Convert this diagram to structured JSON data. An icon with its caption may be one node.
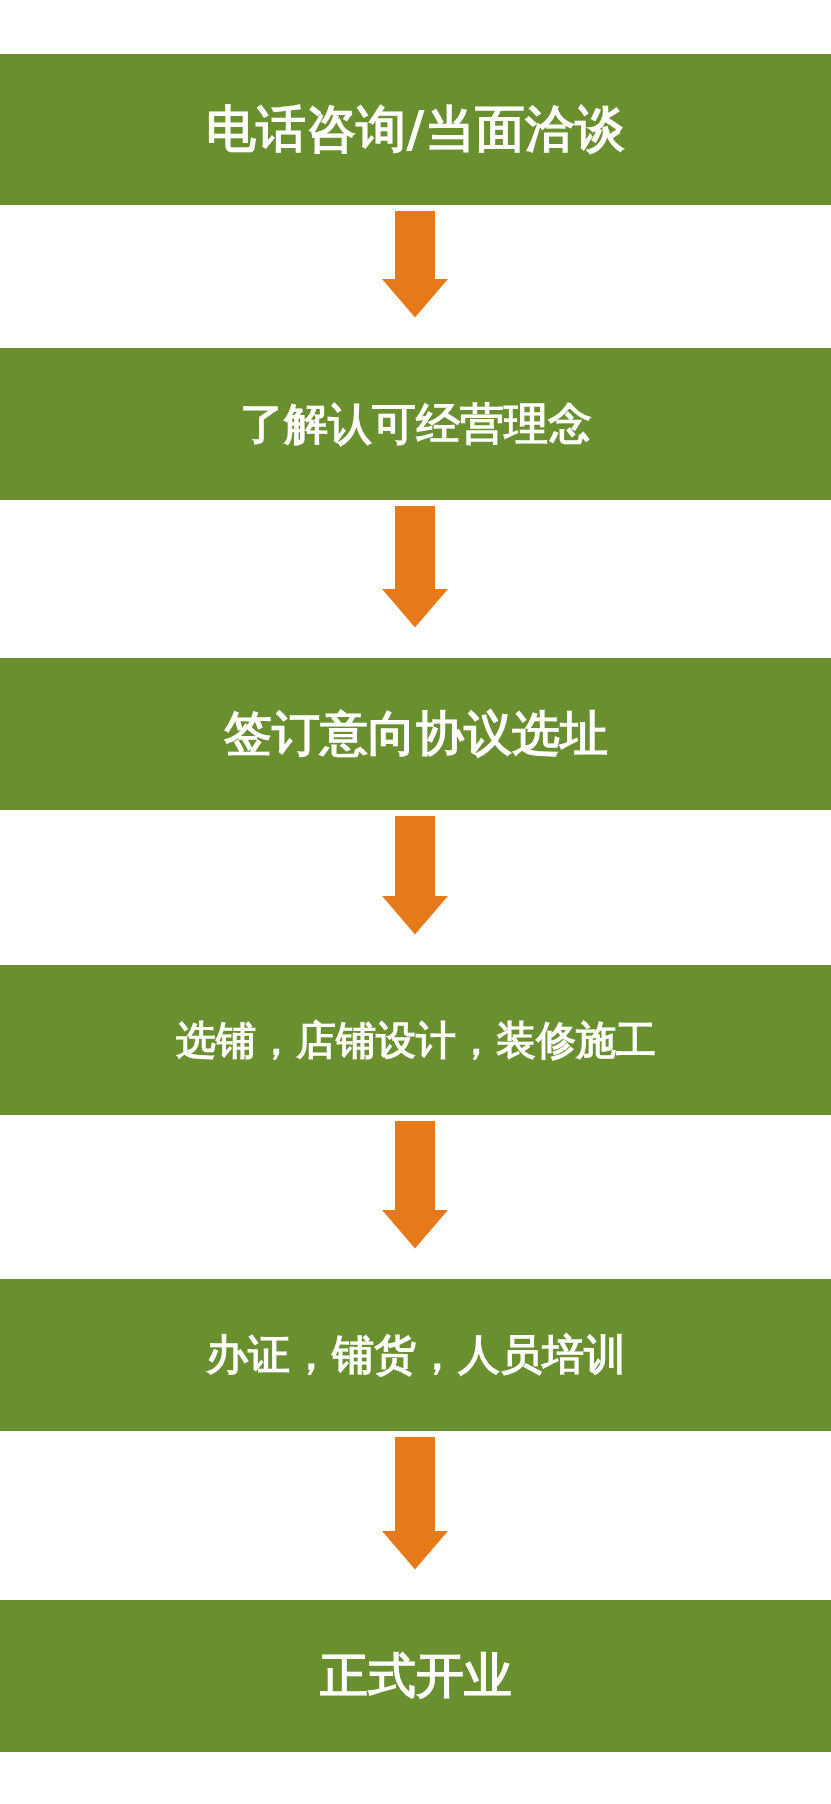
{
  "diagram": {
    "nodes": [
      {
        "text": [
          "电话咨询/当面洽谈"
        ]
      },
      {
        "text": [
          "了解认可经营理念"
        ]
      },
      {
        "text": [
          "签订意向协议选址"
        ]
      },
      {
        "text": [
          "选铺，店铺设计，装修施工"
        ]
      },
      {
        "text": [
          "办证，铺货，人员培训"
        ]
      },
      {
        "text": [
          "正式开业"
        ]
      }
    ],
    "edges": [
      {
        "from": 0,
        "to": 1,
        "arrow": "to"
      },
      {
        "from": 1,
        "to": 2,
        "arrow": "to"
      },
      {
        "from": 2,
        "to": 3,
        "arrow": "to"
      },
      {
        "from": 3,
        "to": 4,
        "arrow": "to"
      },
      {
        "from": 4,
        "to": 5,
        "arrow": "to"
      }
    ]
  }
}
